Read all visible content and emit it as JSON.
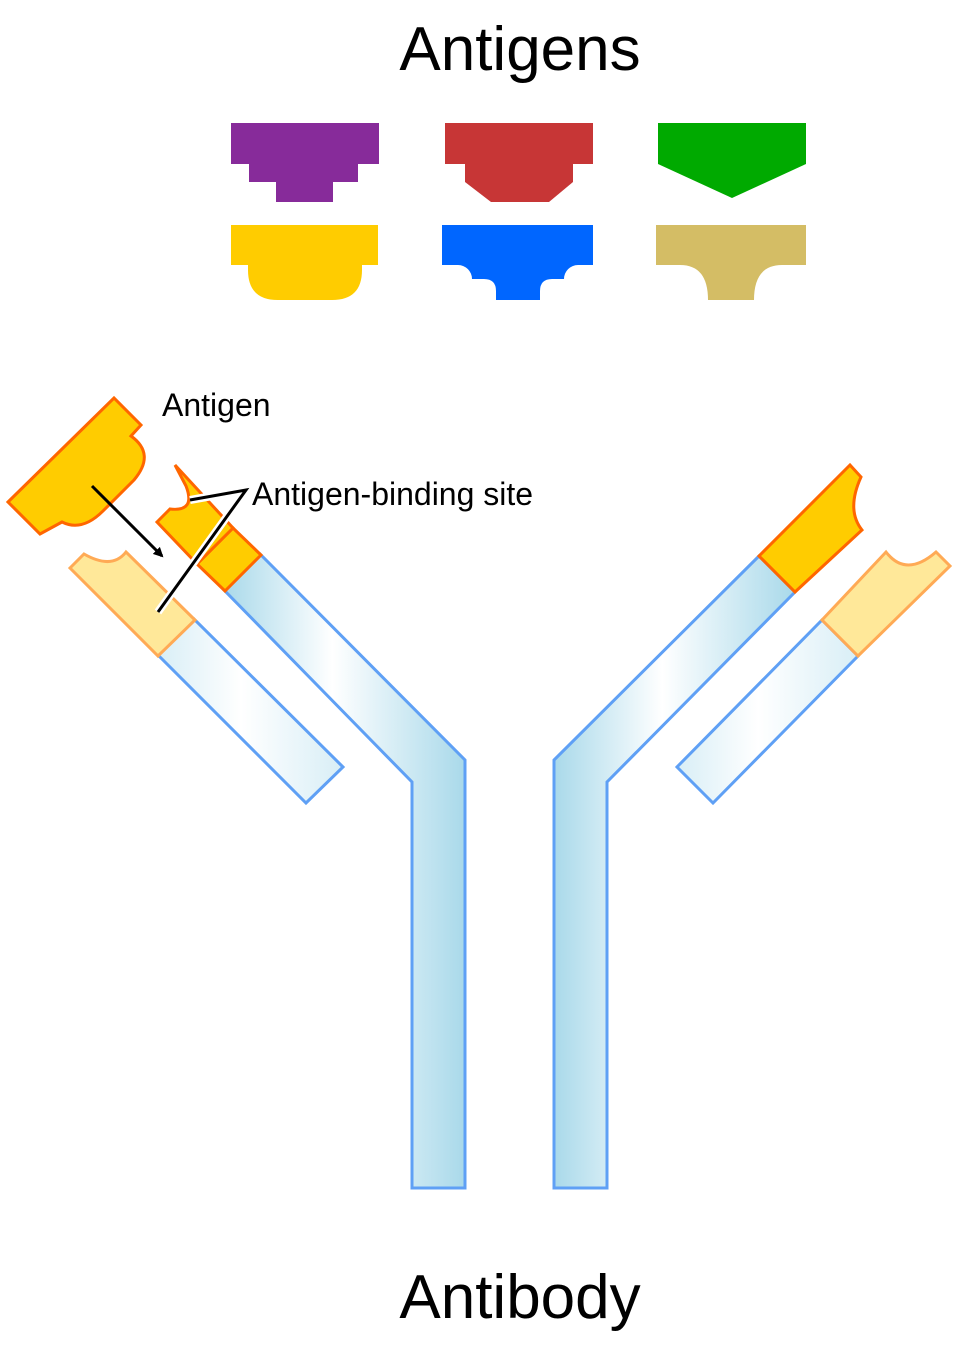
{
  "title_top": "Antigens",
  "title_bottom": "Antibody",
  "label_antigen": "Antigen",
  "label_binding_site": "Antigen-binding site",
  "colors": {
    "purple": "#872b9a",
    "red": "#c73636",
    "green": "#00aa00",
    "yellow": "#ffcc00",
    "blue": "#0066ff",
    "tan": "#d4bd65",
    "heavy_chain_stroke": "#5fa0f5",
    "variable_dark": "#ffcc00",
    "variable_dark_stroke": "#ff6600",
    "variable_light": "#ffe899",
    "variable_light_stroke": "#ffaa55"
  }
}
